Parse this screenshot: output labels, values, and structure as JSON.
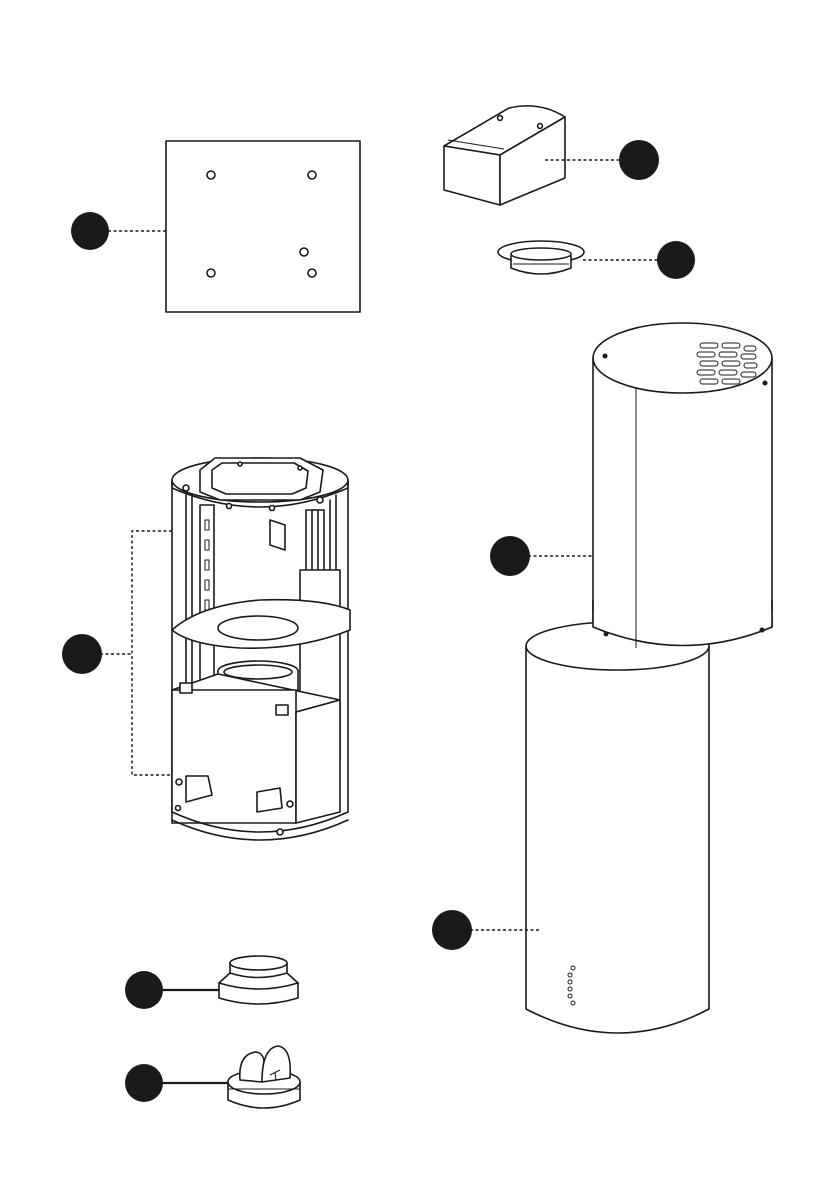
{
  "diagram": {
    "parts": [
      {
        "id": "mounting-plate",
        "icon": "plate-icon"
      },
      {
        "id": "extension-box",
        "icon": "box-icon"
      },
      {
        "id": "flange-ring",
        "icon": "ring-icon"
      },
      {
        "id": "upper-chimney",
        "icon": "cylinder-icon"
      },
      {
        "id": "support-frame",
        "icon": "frame-icon"
      },
      {
        "id": "lower-chimney",
        "icon": "cylinder-icon"
      },
      {
        "id": "duct-reducer",
        "icon": "reducer-icon"
      },
      {
        "id": "backflow-valve",
        "icon": "valve-icon"
      }
    ],
    "colors": {
      "line": "#1a1a1a",
      "bullet": "#1a1a1a",
      "background": "#ffffff"
    }
  }
}
